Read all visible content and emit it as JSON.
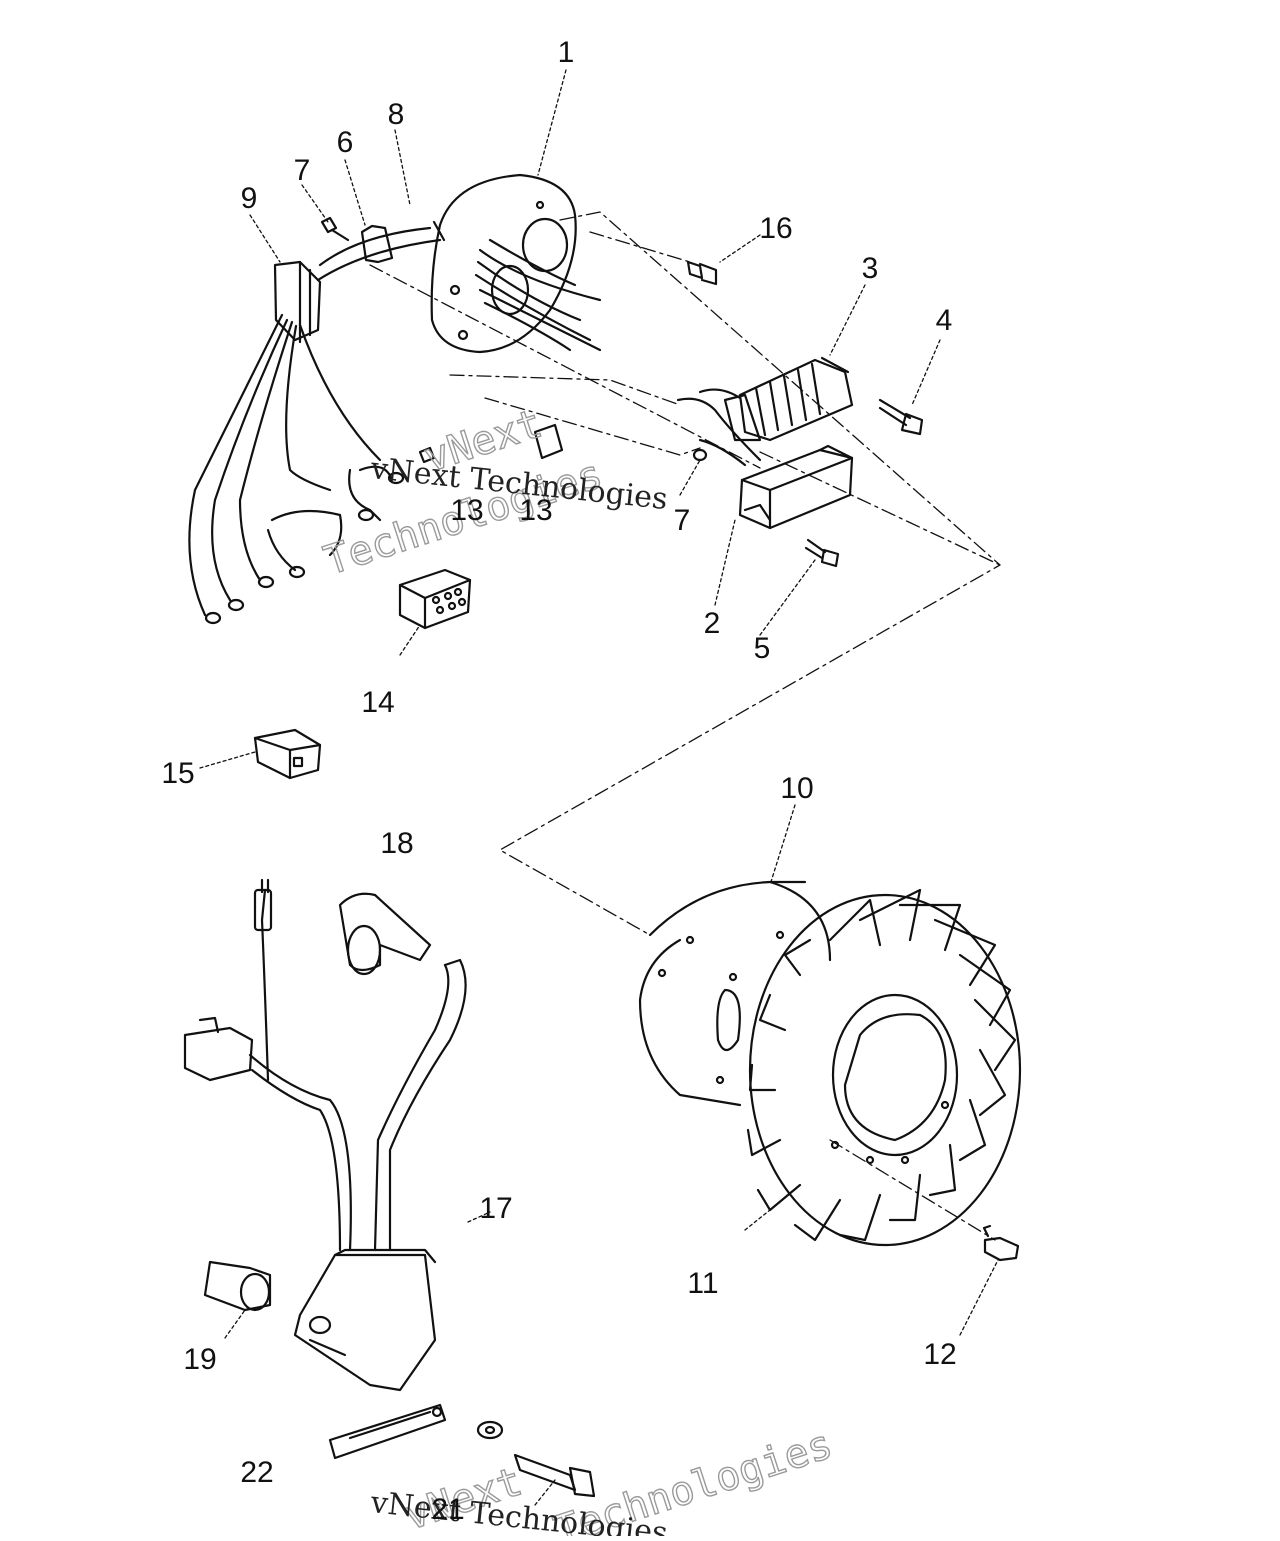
{
  "callouts": [
    {
      "id": "1",
      "text": "1"
    },
    {
      "id": "2",
      "text": "2"
    },
    {
      "id": "3",
      "text": "3"
    },
    {
      "id": "4",
      "text": "4"
    },
    {
      "id": "5",
      "text": "5"
    },
    {
      "id": "6",
      "text": "6"
    },
    {
      "id": "7a",
      "text": "7"
    },
    {
      "id": "7b",
      "text": "7"
    },
    {
      "id": "8",
      "text": "8"
    },
    {
      "id": "9",
      "text": "9"
    },
    {
      "id": "10",
      "text": "10"
    },
    {
      "id": "11",
      "text": "11"
    },
    {
      "id": "12",
      "text": "12"
    },
    {
      "id": "13",
      "text": "13"
    },
    {
      "id": "13b",
      "text": "13"
    },
    {
      "id": "14",
      "text": "14"
    },
    {
      "id": "15",
      "text": "15"
    },
    {
      "id": "16",
      "text": "16"
    },
    {
      "id": "17",
      "text": "17"
    },
    {
      "id": "18",
      "text": "18"
    },
    {
      "id": "19",
      "text": "19"
    },
    {
      "id": "21",
      "text": "21"
    },
    {
      "id": "22",
      "text": "22"
    }
  ],
  "watermark": {
    "line1": "vNext",
    "line2": "Technologies",
    "caption": "vNext Technologies"
  }
}
